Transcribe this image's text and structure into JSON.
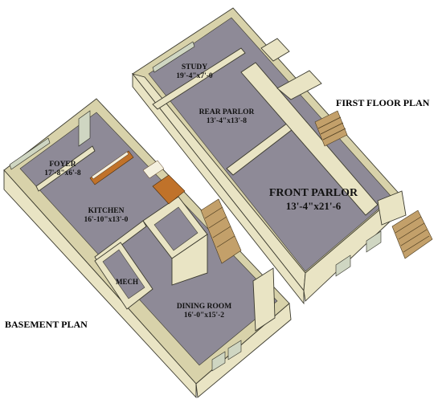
{
  "titles": {
    "first_floor": "FIRST FLOOR PLAN",
    "basement": "BASEMENT PLAN"
  },
  "rooms": {
    "study": {
      "name": "STUDY",
      "dim": "19'-4\"x7'-0"
    },
    "rear_parlor": {
      "name": "REAR PARLOR",
      "dim": "13'-4\"x13'-8"
    },
    "front_parlor": {
      "name": "FRONT PARLOR",
      "dim": "13'-4\"x21'-6"
    },
    "foyer": {
      "name": "FOYER",
      "dim": "17'-8\"x6'-8"
    },
    "kitchen": {
      "name": "KITCHEN",
      "dim": "16'-10\"x13'-0"
    },
    "mech": {
      "name": "MECH"
    },
    "dining_room": {
      "name": "DINING ROOM",
      "dim": "16'-0\"x15'-2"
    }
  },
  "colors": {
    "floor": "#8e8a97",
    "wall": "#e9e4c4",
    "cabinet": "#c0722a",
    "stairs": "#c3a06a"
  }
}
